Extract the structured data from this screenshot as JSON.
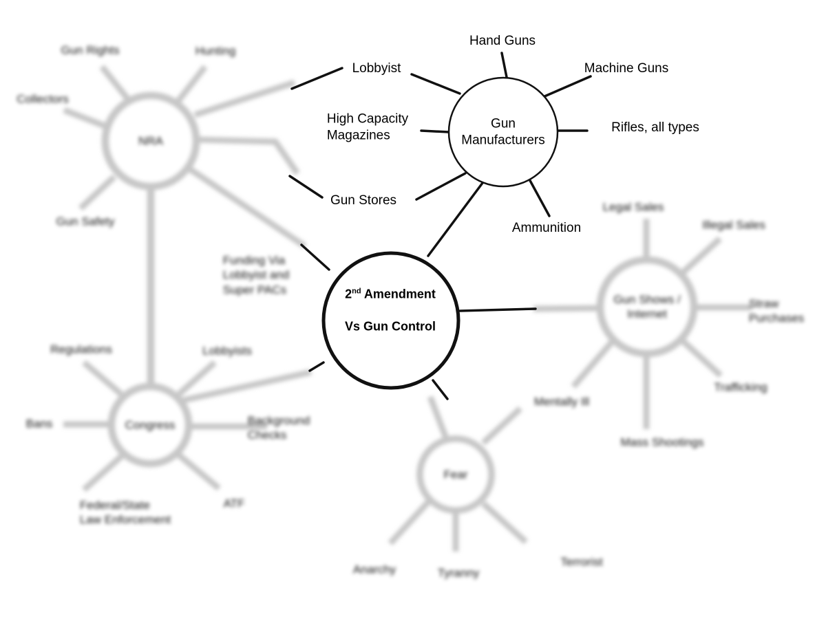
{
  "diagram": {
    "title": "2nd Amendment Vs Gun Control concept map",
    "colors": {
      "background": "#ffffff",
      "sharp_ink": "#111111",
      "blurred_shape_gray": "#c7c7c7",
      "blurred_text": "#161616"
    },
    "center_node": {
      "num": "2",
      "sup": "nd",
      "rest": " Amendment",
      "line2": "Vs Gun Control"
    },
    "labels": {
      "gun_manufacturers": "Gun\nManufacturers",
      "hand_guns": "Hand Guns",
      "machine_guns": "Machine Guns",
      "rifles_all_types": "Rifles, all types",
      "ammunition": "Ammunition",
      "gun_stores": "Gun Stores",
      "high_capacity_magazines": "High Capacity\nMagazines",
      "lobbyist": "Lobbyist",
      "nra": "NRA",
      "gun_rights": "Gun Rights",
      "hunting": "Hunting",
      "collectors": "Collectors",
      "gun_safety": "Gun Safety",
      "funding_via": "Funding Via\nLobbyist and\nSuper PACs",
      "congress": "Congress",
      "regulations": "Regulations",
      "lobbyists": "Lobbyists",
      "bans": "Bans",
      "background_checks": "Background\nChecks",
      "federal_state_law_enforcement": "Federal/State\nLaw Enforcement",
      "atf": "ATF",
      "gun_shows_internet": "Gun Shows /\nInternet",
      "legal_sales": "Legal Sales",
      "illegal_sales": "Illegal Sales",
      "straw_purchases": "Straw\nPurchases",
      "trafficking": "Trafficking",
      "mass_shootings": "Mass Shootings",
      "mentally_ill": "Mentally Ill",
      "fear": "Fear",
      "anarchy": "Anarchy",
      "tyranny": "Tyranny",
      "terrorist": "Terrorist"
    }
  }
}
